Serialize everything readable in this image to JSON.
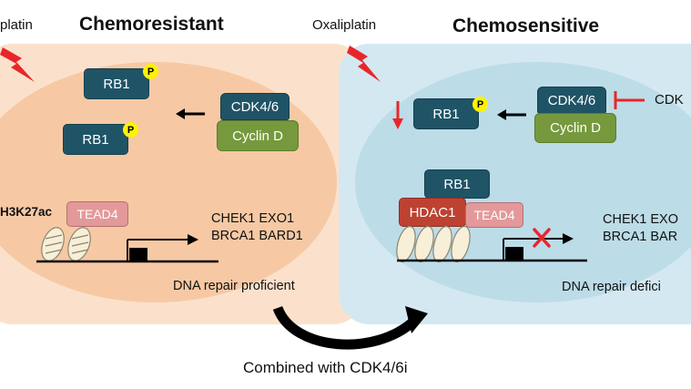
{
  "left_panel": {
    "drug_partial": "platin",
    "title": "Chemoresistant",
    "rb1_a": "RB1",
    "rb1_b": "RB1",
    "phospho_a": "P",
    "phospho_b": "P",
    "cdk": "CDK4/6",
    "cyclin": "Cyclin D",
    "histone_mark": "H3K27ac",
    "tead": "TEAD4",
    "genes_line1": "CHEK1 EXO1",
    "genes_line2": "BRCA1 BARD1",
    "status": "DNA repair proficient",
    "fill_color": "#fbe1cb"
  },
  "right_panel": {
    "drug": "Oxaliplatin",
    "title": "Chemosensitive",
    "rb1_top": "RB1",
    "phospho": "P",
    "cdk": "CDK4/6",
    "cyclin": "Cyclin D",
    "inhibitor_partial": "CDK",
    "rb1_complex": "RB1",
    "hdac": "HDAC1",
    "tead": "TEAD4",
    "genes_line1": "CHEK1 EXO",
    "genes_line2": "BRCA1 BAR",
    "status": "DNA repair defici",
    "fill_color": "#d4e8f1"
  },
  "transition_label": "Combined with CDK4/6i",
  "colors": {
    "rb1": "#1f5466",
    "cyclin": "#76993d",
    "tead4": "#e3999a",
    "hdac1": "#bd4232",
    "phospho": "#fff200",
    "lightning": "#e8262a",
    "inhibit": "#e8262a"
  }
}
